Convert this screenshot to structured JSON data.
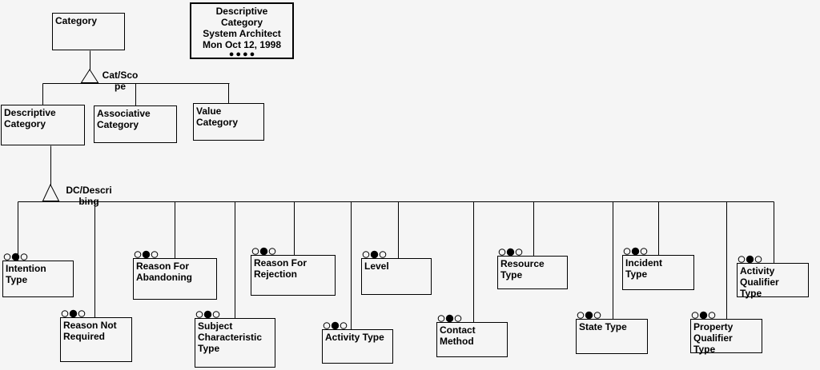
{
  "title_block": {
    "text": "Descriptive\nCategory\nSystem Architect\nMon Oct 12, 1998",
    "dots": "●●●●"
  },
  "root": {
    "label": "Category"
  },
  "connectors": [
    {
      "label": "Cat/Sco\npe"
    },
    {
      "label": "DC/Descri\nbing"
    }
  ],
  "categories": [
    {
      "label": "Descriptive\nCategory"
    },
    {
      "label": "Associative\nCategory"
    },
    {
      "label": "Value\nCategory"
    }
  ],
  "leaves": [
    {
      "label": "Intention\nType"
    },
    {
      "label": "Reason Not\nRequired"
    },
    {
      "label": "Reason For\nAbandoning"
    },
    {
      "label": "Subject\nCharacteristic\nType"
    },
    {
      "label": "Reason For\nRejection"
    },
    {
      "label": "Activity Type"
    },
    {
      "label": "Level"
    },
    {
      "label": "Contact\nMethod"
    },
    {
      "label": "Resource\nType"
    },
    {
      "label": "State Type"
    },
    {
      "label": "Incident\nType"
    },
    {
      "label": "Property\nQualifier\nType"
    },
    {
      "label": "Activity\nQualifier\nType"
    }
  ],
  "colors": {
    "line": "#000000",
    "background": "#f5f5f5",
    "text": "#000000"
  }
}
